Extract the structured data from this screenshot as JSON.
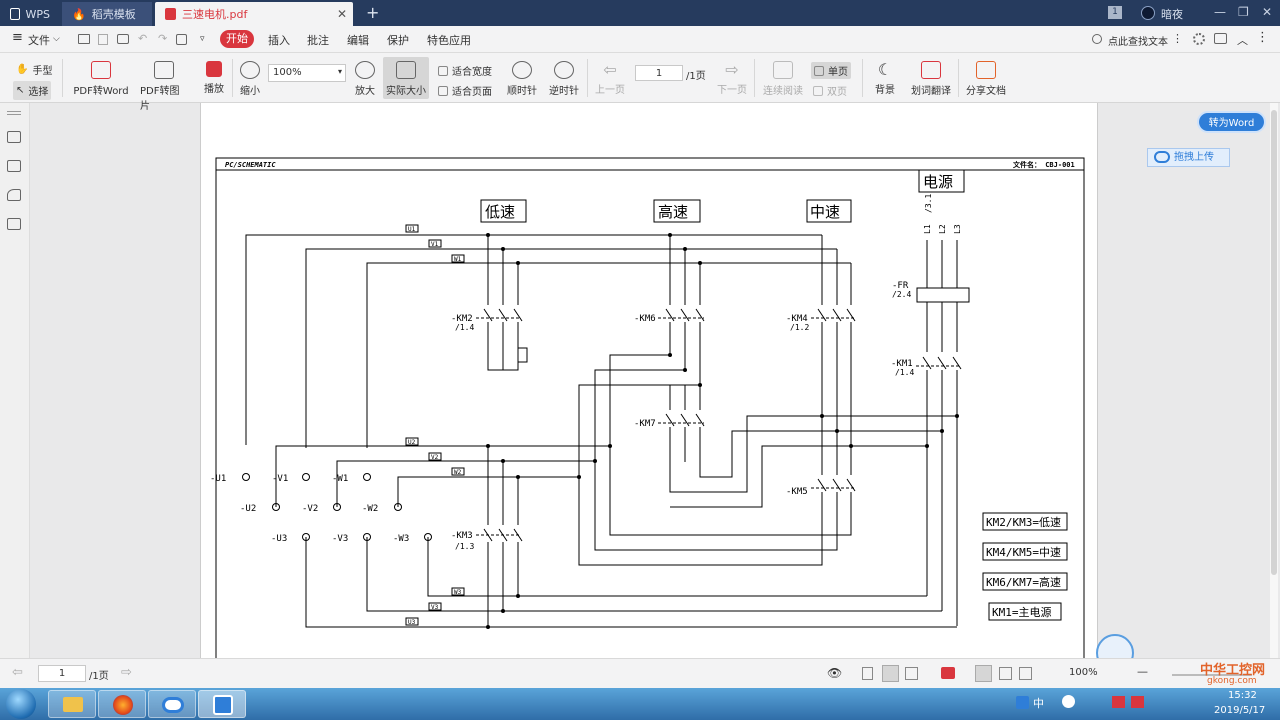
{
  "tabs": {
    "app": "WPS",
    "tab1": "稻壳模板",
    "tab2": "三速电机.pdf",
    "new_tab": "+",
    "page_badge": "1",
    "user": "暗夜",
    "min": "—",
    "restore": "❐",
    "close": "✕"
  },
  "menu": {
    "file": "文件",
    "start": "开始",
    "insert": "插入",
    "annotate": "批注",
    "edit": "编辑",
    "protect": "保护",
    "special": "特色应用",
    "search": "点此查找文本"
  },
  "ribbon": {
    "hand": "手型",
    "select": "选择",
    "pdf_word": "PDF转Word",
    "pdf_image": "PDF转图片",
    "play": "播放",
    "zoom_out": "缩小",
    "zoom_value": "100%",
    "zoom_in": "放大",
    "actual_size": "实际大小",
    "fit_width": "适合宽度",
    "fit_page": "适合页面",
    "rotate_cw": "顺时针",
    "rotate_ccw": "逆时针",
    "prev_page": "上一页",
    "page_input": "1",
    "page_total": "/1页",
    "next_page": "下一页",
    "continuous": "连续阅读",
    "single": "单页",
    "double": "双页",
    "background": "背景",
    "translate": "划词翻译",
    "share": "分享文档"
  },
  "side": {
    "to_word": "转为Word",
    "upload": "拖拽上传"
  },
  "drawing": {
    "header_left": "PC/SCHEMATIC",
    "header_right": "文件名： CBJ-001",
    "power": "电源",
    "low": "低速",
    "high": "高速",
    "mid": "中速",
    "l1": "L1",
    "l2": "L2",
    "l3": "L3",
    "l_ref": "/3.1",
    "fr": "-FR",
    "fr_ref": "/2.4",
    "km1": "-KM1",
    "km1_ref": "/1.4",
    "km2": "-KM2",
    "km2_ref": "/1.4",
    "km3": "-KM3",
    "km3_ref": "/1.3",
    "km4": "-KM4",
    "km4_ref": "/1.2",
    "km5": "-KM5",
    "km6": "-KM6",
    "km7": "-KM7",
    "u1": "-U1",
    "v1": "-V1",
    "w1": "-W1",
    "u2": "-U2",
    "v2": "-V2",
    "w2": "-W2",
    "u3": "-U3",
    "v3": "-V3",
    "w3": "-W3",
    "w_u1": "U1",
    "w_v1": "V1",
    "w_w1": "W1",
    "w_u2": "U2",
    "w_v2": "V2",
    "w_w2": "W2",
    "w_u3": "U3",
    "w_v3": "V3",
    "w_w3": "W3",
    "legend1": "KM2/KM3=低速",
    "legend2": "KM4/KM5=中速",
    "legend3": "KM6/KM7=高速",
    "legend4": "KM1=主电源"
  },
  "status": {
    "page_input": "1",
    "page_total": "/1页",
    "zoom": "100%"
  },
  "taskbar": {
    "lang": "中",
    "time": "15:32",
    "date": "2019/5/17",
    "watermark": "中华工控网",
    "watermark_url": "gkong.com"
  }
}
